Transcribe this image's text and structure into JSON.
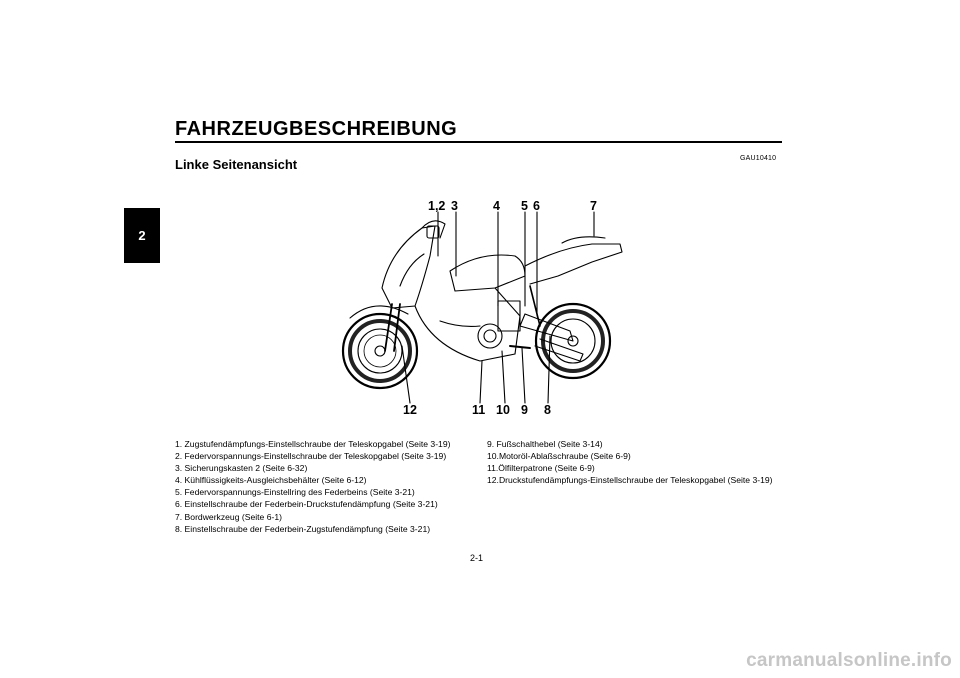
{
  "chapter_tab": "2",
  "title": "FAHRZEUGBESCHREIBUNG",
  "ref_code": "GAU10410",
  "subtitle": "Linke Seitenansicht",
  "callouts": {
    "top": [
      "1,2",
      "3",
      "4",
      "5",
      "6",
      "7"
    ],
    "bottom": [
      "12",
      "11",
      "10",
      "9",
      "8"
    ]
  },
  "legend": {
    "left": [
      "1. Zugstufendämpfungs-Einstellschraube der Teleskopgabel (Seite 3-19)",
      "2. Federvorspannungs-Einstellschraube der Teleskopgabel (Seite 3-19)",
      "3. Sicherungskasten 2 (Seite 6-32)",
      "4. Kühlflüssigkeits-Ausgleichsbehälter (Seite 6-12)",
      "5. Federvorspannungs-Einstellring des Federbeins (Seite 3-21)",
      "6. Einstellschraube der Federbein-Druckstufendämpfung (Seite 3-21)",
      "7. Bordwerkzeug (Seite 6-1)",
      "8. Einstellschraube der Federbein-Zugstufendämpfung (Seite 3-21)"
    ],
    "right": [
      "9. Fußschalthebel (Seite 3-14)",
      "10.Motoröl-Ablaßschraube (Seite 6-9)",
      "11.Ölfilterpatrone (Seite 6-9)",
      "12.Druckstufendämpfungs-Einstellschraube der Teleskopgabel (Seite 3-19)"
    ]
  },
  "page_number": "2-1",
  "watermark": "carmanualsonline.info"
}
